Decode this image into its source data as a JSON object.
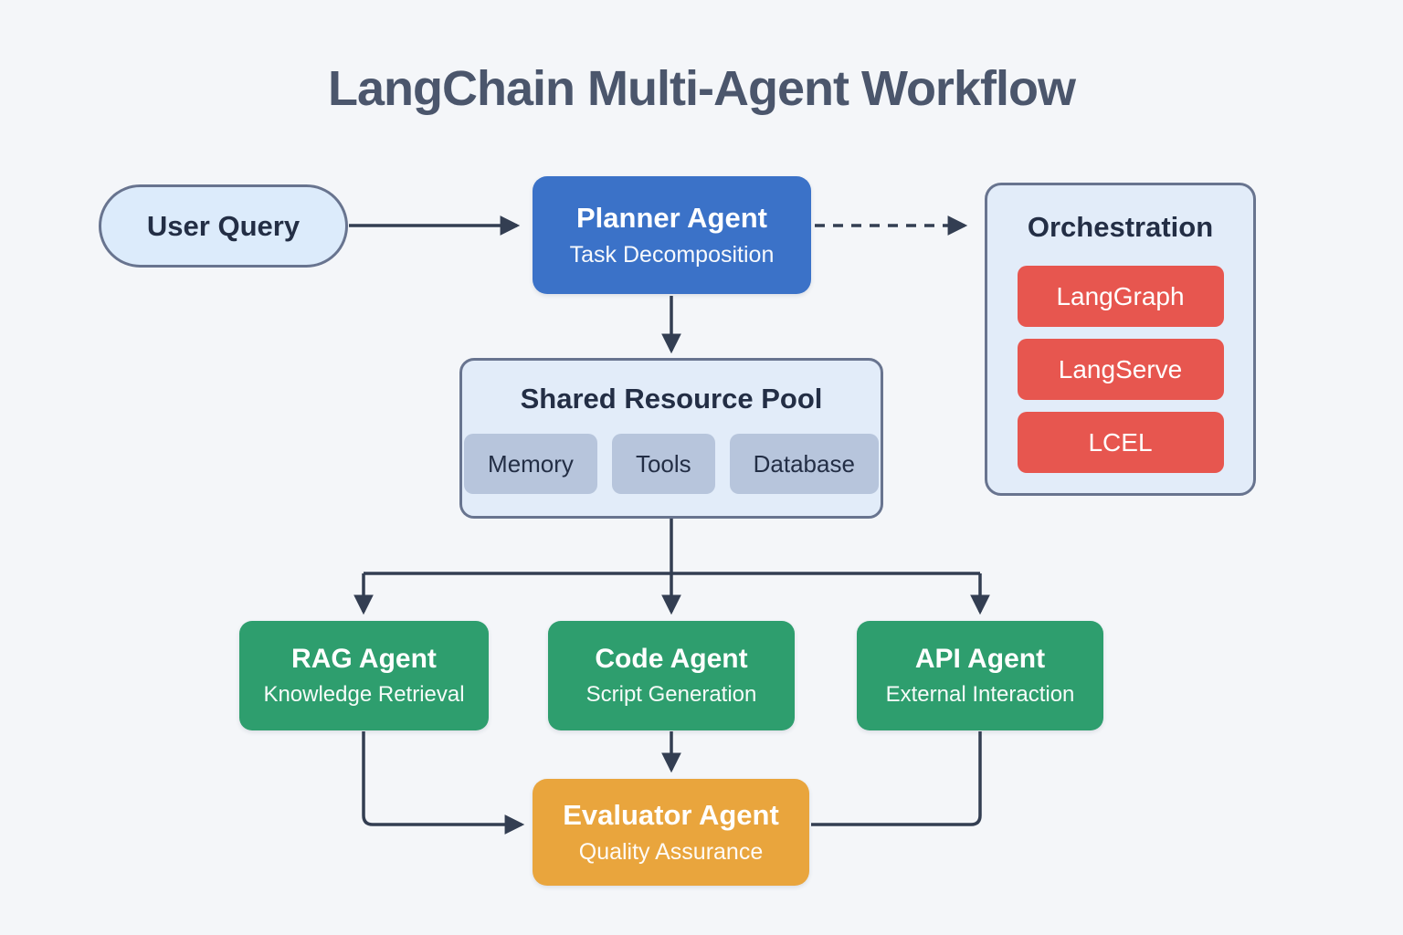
{
  "title": "LangChain Multi-Agent Workflow",
  "colors": {
    "background": "#f4f6f9",
    "title_text": "#4b566c",
    "dark_text": "#232e45",
    "node_border": "#68748f",
    "arrow": "#333e52",
    "planner_blue": "#3b72c8",
    "orchestration_red": "#e7564f",
    "agent_green": "#2e9e6e",
    "evaluator_orange": "#e9a53d",
    "light_node_fill": "#dcebfb",
    "container_fill": "#e2ecf9",
    "chip_fill": "#b7c5dc"
  },
  "nodes": {
    "user_query": {
      "label": "User Query"
    },
    "planner": {
      "title": "Planner Agent",
      "subtitle": "Task Decomposition"
    },
    "orchestration": {
      "title": "Orchestration",
      "items": [
        "LangGraph",
        "LangServe",
        "LCEL"
      ]
    },
    "resource_pool": {
      "title": "Shared Resource Pool",
      "items": [
        "Memory",
        "Tools",
        "Database"
      ]
    },
    "agents": [
      {
        "title": "RAG Agent",
        "subtitle": "Knowledge Retrieval"
      },
      {
        "title": "Code Agent",
        "subtitle": "Script Generation"
      },
      {
        "title": "API Agent",
        "subtitle": "External Interaction"
      }
    ],
    "evaluator": {
      "title": "Evaluator Agent",
      "subtitle": "Quality Assurance"
    }
  }
}
